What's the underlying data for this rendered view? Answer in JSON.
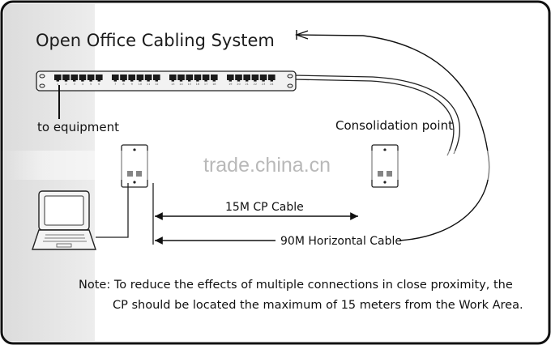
{
  "diagram": {
    "title": "Open Office Cabling System",
    "labels": {
      "equipment": "to equipment",
      "consolidation_point": "Consolidation point"
    },
    "cables": {
      "cp_cable": "15M CP Cable",
      "horizontal_cable": "90M Horizontal  Cable"
    },
    "note": {
      "line1": "Note: To reduce the effects of multiple connections in close proximity, the",
      "line2": "CP should be located the maximum of 15 meters from the Work Area."
    },
    "patch_panel": {
      "port_numbers": [
        "1",
        "2",
        "3",
        "4",
        "5",
        "6",
        "7",
        "8",
        "9",
        "10",
        "11",
        "12",
        "13",
        "14",
        "15",
        "16",
        "17",
        "18",
        "19",
        "20",
        "21",
        "22",
        "23",
        "24"
      ]
    },
    "watermark": "trade.china.cn",
    "colors": {
      "frame": "#111111",
      "panel_gray": "#e9e9e9",
      "port": "#1a1a1a",
      "watermark": "#b9b9b9"
    }
  }
}
